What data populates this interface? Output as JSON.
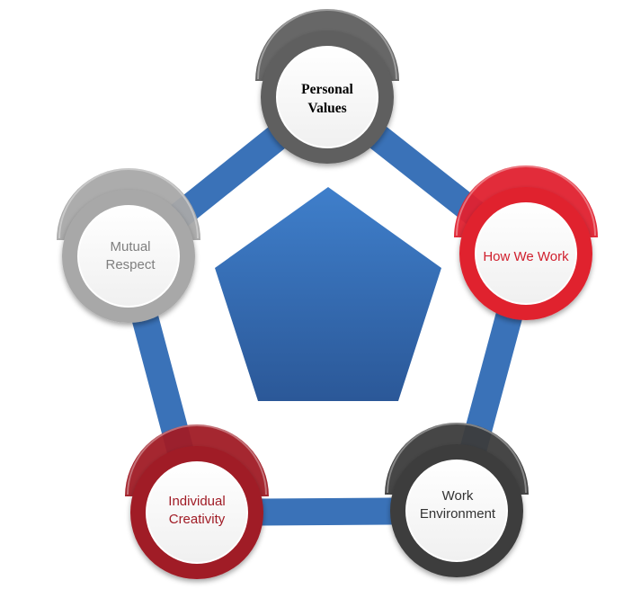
{
  "diagram": {
    "colors": {
      "connector": "#3a72b8",
      "pentagon_top": "#3f7fcb",
      "pentagon_bottom": "#2b5898"
    },
    "nodes": [
      {
        "id": "personal-values",
        "label": "Personal\nValues",
        "ring_color": "#5f5f5f",
        "text_color": "#000000"
      },
      {
        "id": "how-we-work",
        "label": "How We Work",
        "ring_color": "#e0212f",
        "text_color": "#d0202e"
      },
      {
        "id": "work-environment",
        "label": "Work\nEnvironment",
        "ring_color": "#3c3c3c",
        "text_color": "#333333"
      },
      {
        "id": "individual-creativity",
        "label": "Individual\nCreativity",
        "ring_color": "#a01b25",
        "text_color": "#a01b25"
      },
      {
        "id": "mutual-respect",
        "label": "Mutual\nRespect",
        "ring_color": "#a8a8a8",
        "text_color": "#7f7f7f"
      }
    ]
  }
}
